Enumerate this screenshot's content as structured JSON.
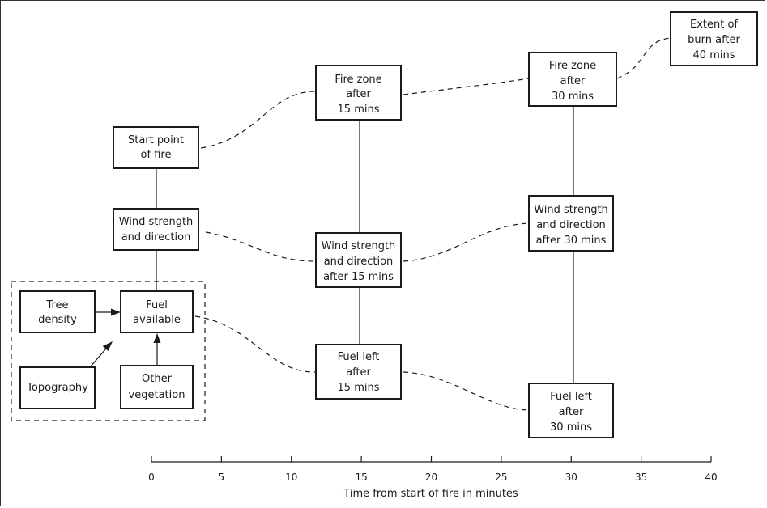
{
  "nodes": {
    "start_point": [
      "Start point",
      "of fire"
    ],
    "wind_0": [
      "Wind strength",
      "and direction"
    ],
    "tree_density": [
      "Tree",
      "density"
    ],
    "fuel_available": [
      "Fuel",
      "available"
    ],
    "topography": [
      "Topography"
    ],
    "other_vegetation": [
      "Other",
      "vegetation"
    ],
    "fire_zone_15": [
      "Fire zone",
      "after",
      "15 mins"
    ],
    "wind_15": [
      "Wind strength",
      "and direction",
      "after 15 mins"
    ],
    "fuel_left_15": [
      "Fuel left",
      "after",
      "15 mins"
    ],
    "fire_zone_30": [
      "Fire zone",
      "after",
      "30 mins"
    ],
    "wind_30": [
      "Wind strength",
      "and direction",
      "after 30 mins"
    ],
    "fuel_left_30": [
      "Fuel left",
      "after",
      "30 mins"
    ],
    "extent_40": [
      "Extent of",
      "burn after",
      "40 mins"
    ]
  },
  "axis": {
    "ticks": [
      0,
      5,
      10,
      15,
      20,
      25,
      30,
      35,
      40
    ],
    "range": [
      0,
      40
    ],
    "title": "Time from start of fire in minutes"
  },
  "colors": {
    "stroke": "#1a1a1a",
    "background": "#ffffff"
  }
}
